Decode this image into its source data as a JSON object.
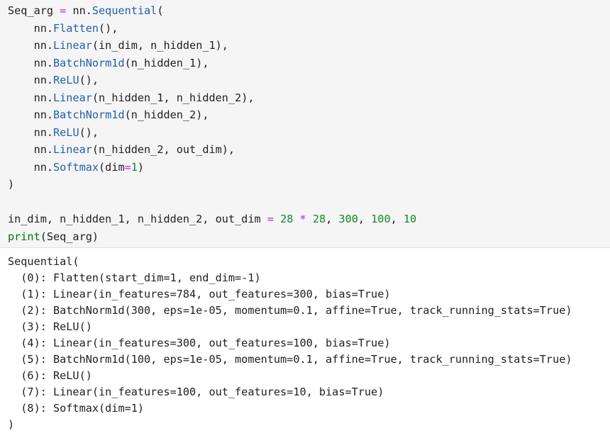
{
  "colors": {
    "cell_background": "#f5f5f5",
    "output_background": "#ffffff",
    "plain_text": "#212121",
    "operator": "#aa22ff",
    "function_name": "#2260b0",
    "number": "#118833",
    "builtin": "#007a00"
  },
  "code_cell": {
    "lines": [
      [
        {
          "t": "Seq_arg ",
          "k": "plain"
        },
        {
          "t": "=",
          "k": "op"
        },
        {
          "t": " nn.",
          "k": "plain"
        },
        {
          "t": "Sequential",
          "k": "func"
        },
        {
          "t": "(",
          "k": "plain"
        }
      ],
      [
        {
          "t": "    nn.",
          "k": "plain"
        },
        {
          "t": "Flatten",
          "k": "func"
        },
        {
          "t": "(),",
          "k": "plain"
        }
      ],
      [
        {
          "t": "    nn.",
          "k": "plain"
        },
        {
          "t": "Linear",
          "k": "func"
        },
        {
          "t": "(in_dim, n_hidden_1),",
          "k": "plain"
        }
      ],
      [
        {
          "t": "    nn.",
          "k": "plain"
        },
        {
          "t": "BatchNorm1d",
          "k": "func"
        },
        {
          "t": "(n_hidden_1),",
          "k": "plain"
        }
      ],
      [
        {
          "t": "    nn.",
          "k": "plain"
        },
        {
          "t": "ReLU",
          "k": "func"
        },
        {
          "t": "(),",
          "k": "plain"
        }
      ],
      [
        {
          "t": "    nn.",
          "k": "plain"
        },
        {
          "t": "Linear",
          "k": "func"
        },
        {
          "t": "(n_hidden_1, n_hidden_2),",
          "k": "plain"
        }
      ],
      [
        {
          "t": "    nn.",
          "k": "plain"
        },
        {
          "t": "BatchNorm1d",
          "k": "func"
        },
        {
          "t": "(n_hidden_2),",
          "k": "plain"
        }
      ],
      [
        {
          "t": "    nn.",
          "k": "plain"
        },
        {
          "t": "ReLU",
          "k": "func"
        },
        {
          "t": "(),",
          "k": "plain"
        }
      ],
      [
        {
          "t": "    nn.",
          "k": "plain"
        },
        {
          "t": "Linear",
          "k": "func"
        },
        {
          "t": "(n_hidden_2, out_dim),",
          "k": "plain"
        }
      ],
      [
        {
          "t": "    nn.",
          "k": "plain"
        },
        {
          "t": "Softmax",
          "k": "func"
        },
        {
          "t": "(dim",
          "k": "plain"
        },
        {
          "t": "=",
          "k": "op"
        },
        {
          "t": "1",
          "k": "num"
        },
        {
          "t": ")",
          "k": "plain"
        }
      ],
      [
        {
          "t": ")",
          "k": "plain"
        }
      ],
      [],
      [
        {
          "t": "in_dim, n_hidden_1, n_hidden_2, out_dim ",
          "k": "plain"
        },
        {
          "t": "=",
          "k": "op"
        },
        {
          "t": " ",
          "k": "plain"
        },
        {
          "t": "28",
          "k": "num"
        },
        {
          "t": " ",
          "k": "plain"
        },
        {
          "t": "*",
          "k": "op"
        },
        {
          "t": " ",
          "k": "plain"
        },
        {
          "t": "28",
          "k": "num"
        },
        {
          "t": ", ",
          "k": "plain"
        },
        {
          "t": "300",
          "k": "num"
        },
        {
          "t": ", ",
          "k": "plain"
        },
        {
          "t": "100",
          "k": "num"
        },
        {
          "t": ", ",
          "k": "plain"
        },
        {
          "t": "10",
          "k": "num"
        }
      ],
      [
        {
          "t": "print",
          "k": "builtin"
        },
        {
          "t": "(Seq_arg)",
          "k": "plain"
        }
      ]
    ]
  },
  "output": {
    "lines": [
      "Sequential(",
      "  (0): Flatten(start_dim=1, end_dim=-1)",
      "  (1): Linear(in_features=784, out_features=300, bias=True)",
      "  (2): BatchNorm1d(300, eps=1e-05, momentum=0.1, affine=True, track_running_stats=True)",
      "  (3): ReLU()",
      "  (4): Linear(in_features=300, out_features=100, bias=True)",
      "  (5): BatchNorm1d(100, eps=1e-05, momentum=0.1, affine=True, track_running_stats=True)",
      "  (6): ReLU()",
      "  (7): Linear(in_features=100, out_features=10, bias=True)",
      "  (8): Softmax(dim=1)",
      ")"
    ]
  }
}
